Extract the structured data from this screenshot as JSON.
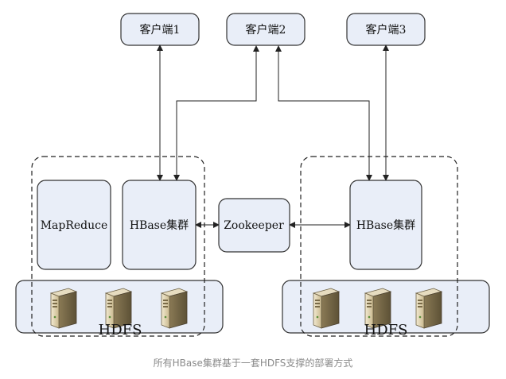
{
  "clients": {
    "c1": "客户端1",
    "c2": "客户端2",
    "c3": "客户端3"
  },
  "left_cluster": {
    "mapreduce": "MapReduce",
    "hbase": "HBase集群",
    "hdfs": "HDFS"
  },
  "zookeeper": "Zookeeper",
  "right_cluster": {
    "hbase": "HBase集群",
    "hdfs": "HDFS"
  },
  "caption": "所有HBase集群基于一套HDFS支撑的部署方式",
  "colors": {
    "node_fill": "#e9eef8",
    "border": "#333333",
    "caption": "#8a8a8a"
  },
  "icons": {
    "server": "server-tower-icon"
  }
}
